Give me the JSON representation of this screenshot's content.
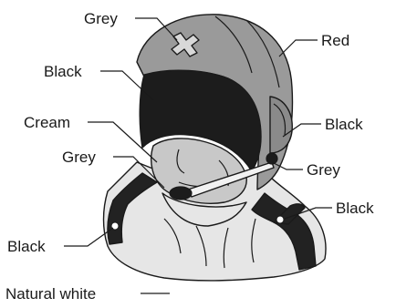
{
  "callouts": {
    "top_grey": "Grey",
    "red": "Red",
    "upper_black": "Black",
    "cream": "Cream",
    "mid_grey": "Grey",
    "right_black": "Black",
    "right_grey": "Grey",
    "lower_right_black": "Black",
    "lower_left_black": "Black",
    "natural_white": "Natural white"
  },
  "colors": {
    "helmet_grey": "#9a9a9a",
    "visor_black": "#1c1c1c",
    "face_grey": "#c8c8c8",
    "body_light": "#e6e6e6",
    "strap_black": "#222222",
    "mic_white": "#f2f2f2"
  }
}
